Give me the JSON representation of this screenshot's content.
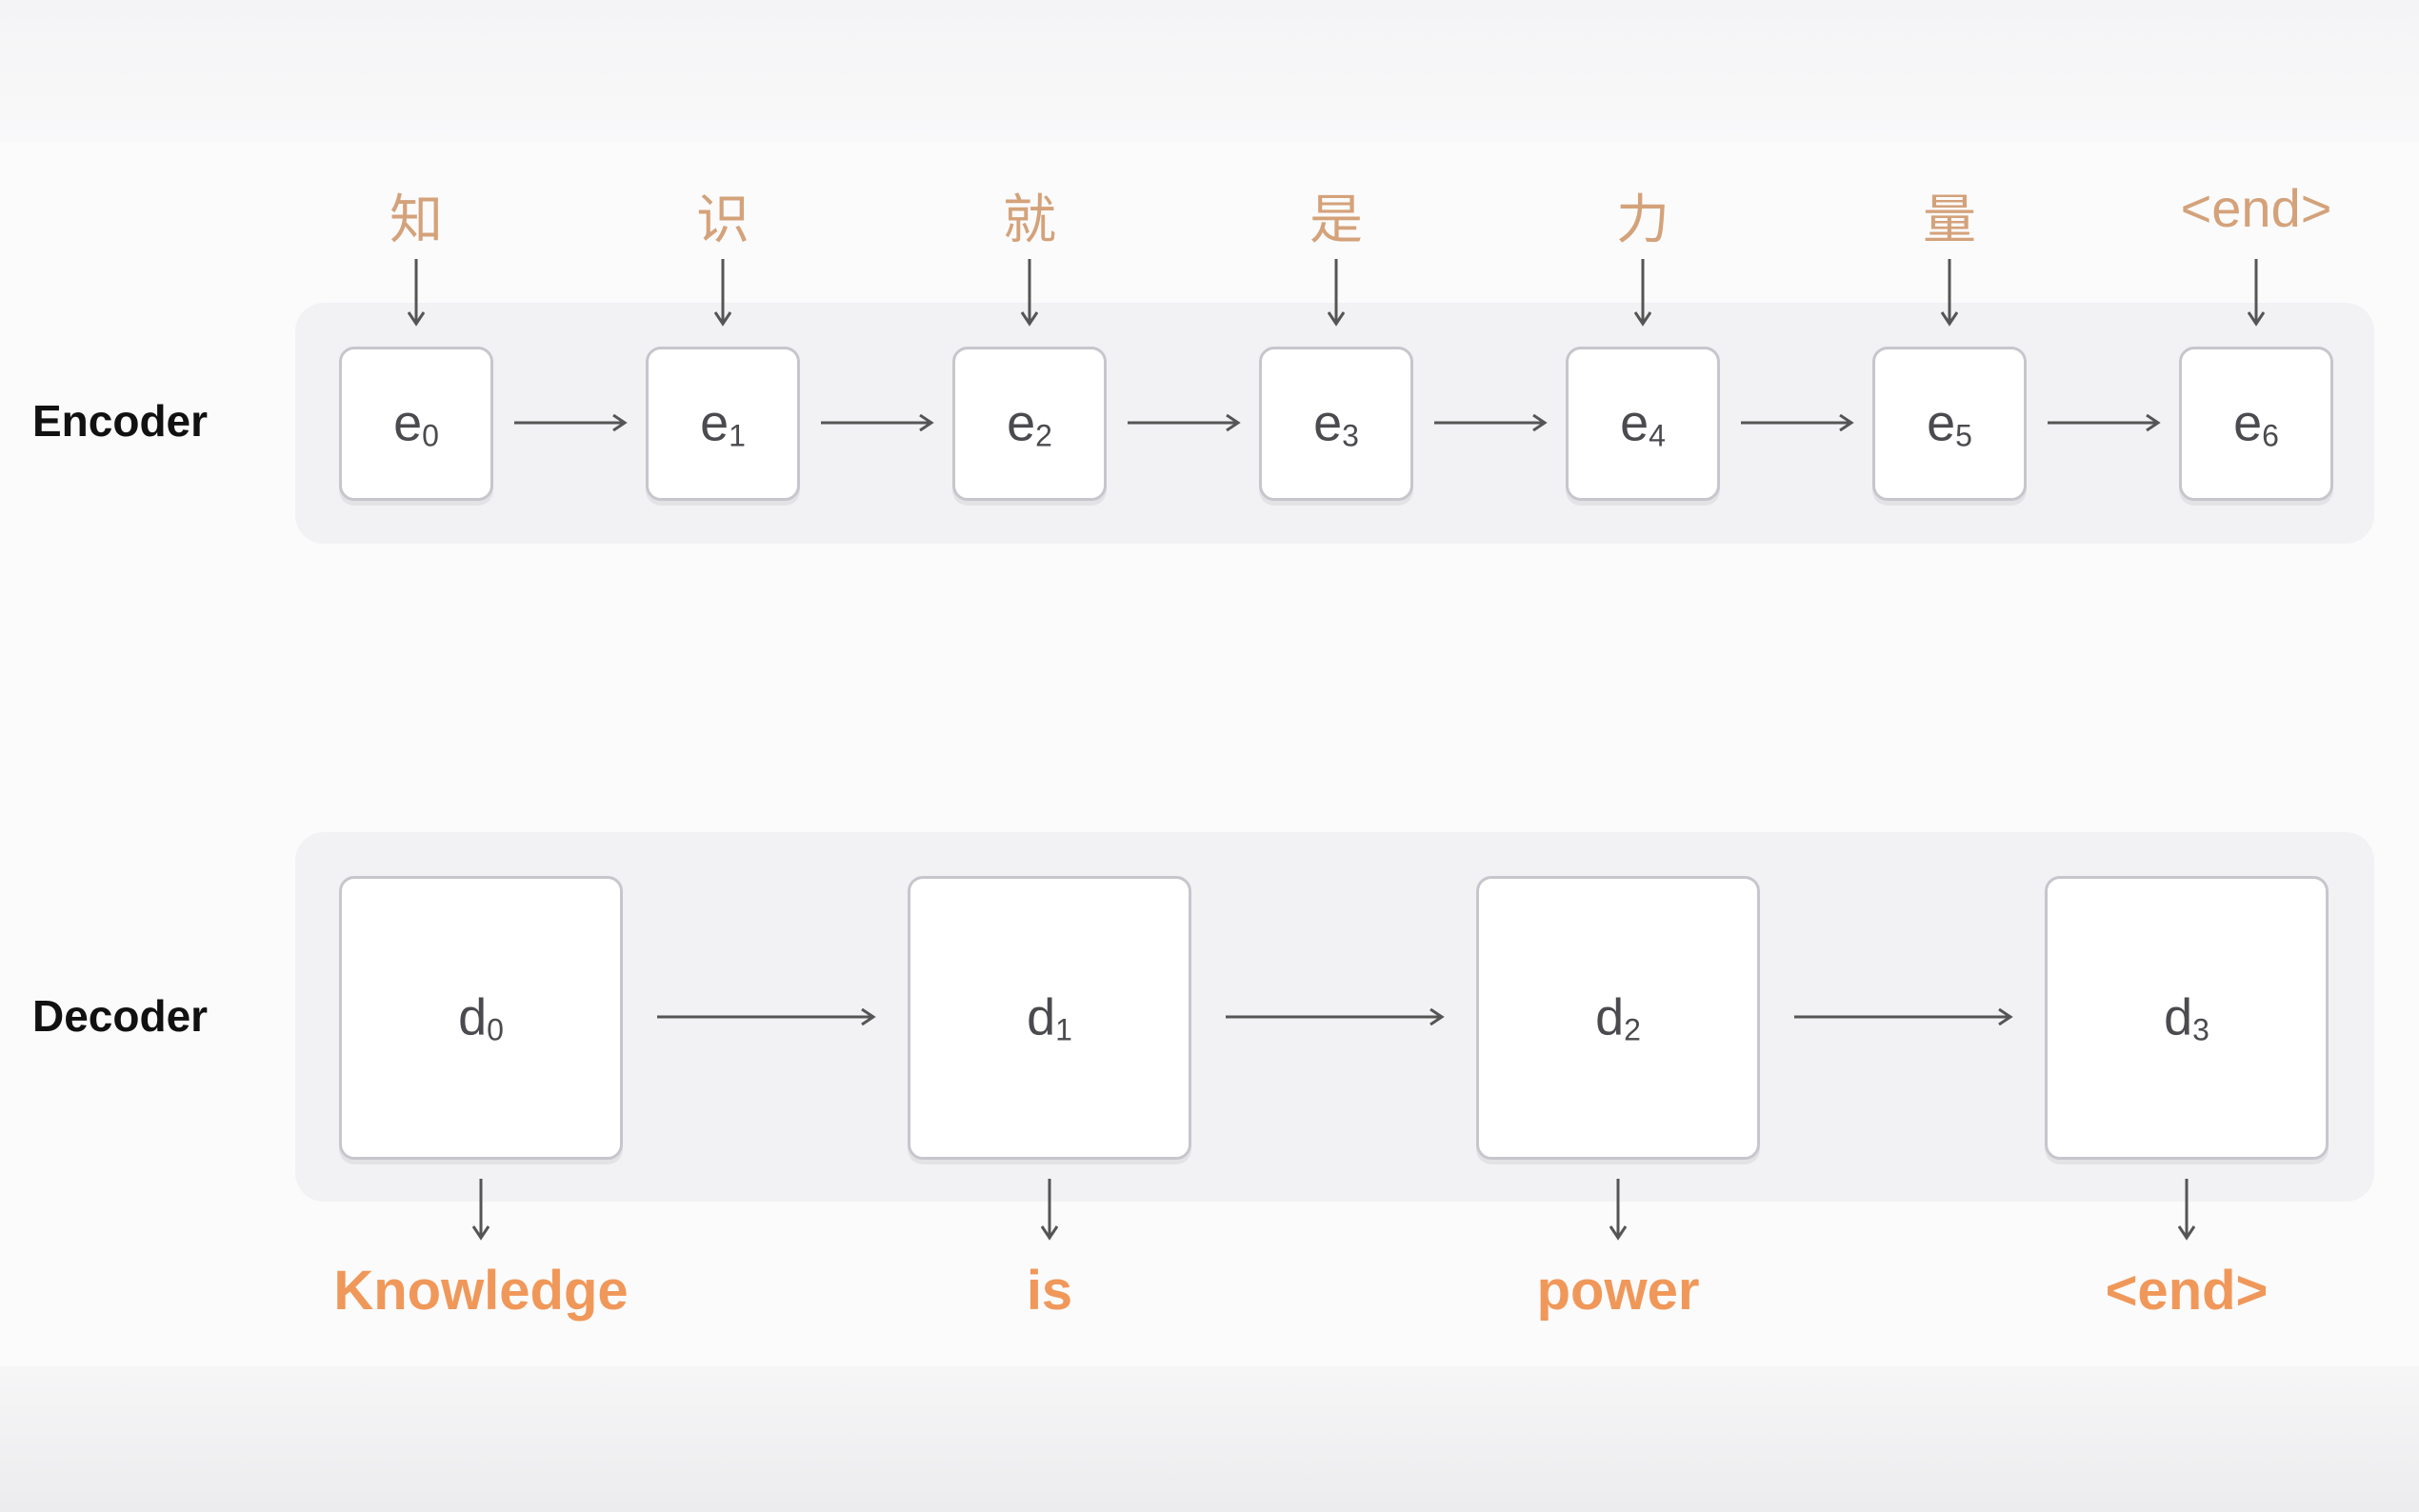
{
  "encoder": {
    "label": "Encoder",
    "inputs": [
      "知",
      "识",
      "就",
      "是",
      "力",
      "量",
      "<end>"
    ],
    "nodes": [
      {
        "base": "e",
        "sub": "0"
      },
      {
        "base": "e",
        "sub": "1"
      },
      {
        "base": "e",
        "sub": "2"
      },
      {
        "base": "e",
        "sub": "3"
      },
      {
        "base": "e",
        "sub": "4"
      },
      {
        "base": "e",
        "sub": "5"
      },
      {
        "base": "e",
        "sub": "6"
      }
    ]
  },
  "decoder": {
    "label": "Decoder",
    "nodes": [
      {
        "base": "d",
        "sub": "0"
      },
      {
        "base": "d",
        "sub": "1"
      },
      {
        "base": "d",
        "sub": "2"
      },
      {
        "base": "d",
        "sub": "3"
      }
    ],
    "outputs": [
      "Knowledge",
      "is",
      "power",
      "<end>"
    ]
  },
  "colors": {
    "input_token": "#d4a27a",
    "output_token": "#f0985a",
    "arrow": "#555555",
    "panel": "#f2f2f5",
    "box_border": "#c6c6cc"
  }
}
